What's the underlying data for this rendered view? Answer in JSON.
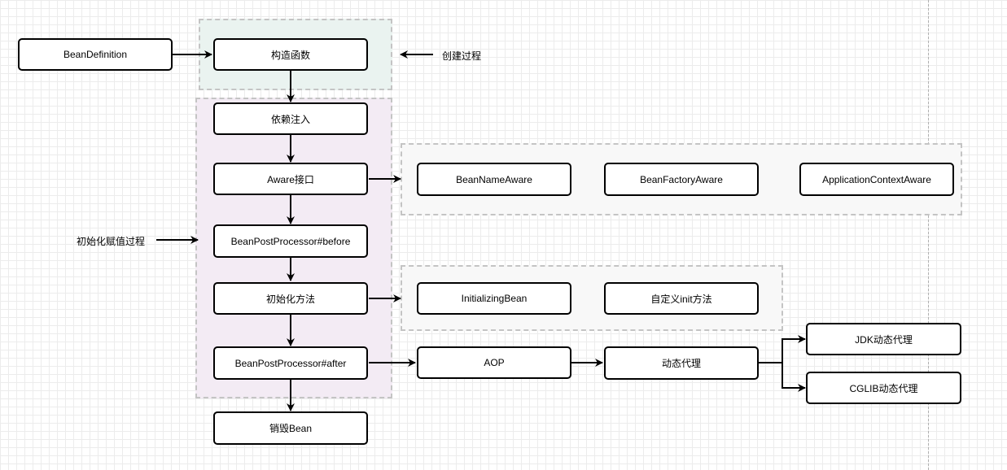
{
  "colors": {
    "construct_group_fill": "#eaf3f0",
    "init_group_fill": "#f3ebf4",
    "side_group_fill": "#f8f8f8"
  },
  "nodes": {
    "bean_definition": "BeanDefinition",
    "constructor": "构造函数",
    "dependency_injection": "依赖注入",
    "aware_interface": "Aware接口",
    "post_processor_before": "BeanPostProcessor#before",
    "init_method": "初始化方法",
    "post_processor_after": "BeanPostProcessor#after",
    "destroy_bean": "销毁Bean",
    "bean_name_aware": "BeanNameAware",
    "bean_factory_aware": "BeanFactoryAware",
    "application_context_aware": "ApplicationContextAware",
    "initializing_bean": "InitializingBean",
    "custom_init": "自定义init方法",
    "aop": "AOP",
    "dynamic_proxy": "动态代理",
    "jdk_proxy": "JDK动态代理",
    "cglib_proxy": "CGLIB动态代理"
  },
  "annotations": {
    "creation_process": "创建过程",
    "init_assign_process": "初始化赋值过程"
  }
}
